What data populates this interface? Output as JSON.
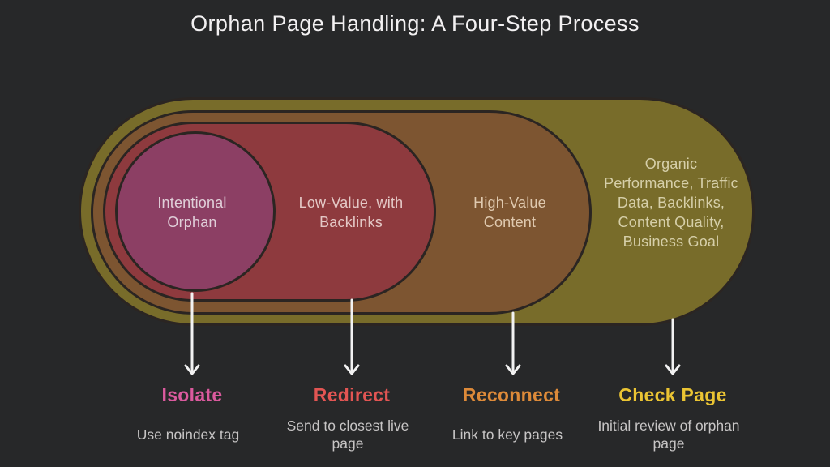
{
  "title": "Orphan Page Handling: A Four-Step Process",
  "colors": {
    "background": "#272829",
    "outline": "#2b2522",
    "arrow": "#f2f2f2",
    "title_text": "#f3f1f2",
    "description_text": "#c7c5c5"
  },
  "diagram": {
    "rings": [
      {
        "label": "Intentional Orphan",
        "fill": "#8c3f64",
        "text_color": "#e0cfd9"
      },
      {
        "label": "Low-Value, with Backlinks",
        "fill": "#8e3a3e",
        "text_color": "#e4c8c6"
      },
      {
        "label": "High-Value Content",
        "fill": "#7d5531",
        "text_color": "#dfc9af"
      },
      {
        "label": "Organic Performance, Traffic Data, Backlinks, Content Quality, Business Goal",
        "fill": "#786c2a",
        "text_color": "#d6cfa9"
      }
    ],
    "steps": [
      {
        "name": "Isolate",
        "color": "#db5a9e",
        "description": "Use noindex tag"
      },
      {
        "name": "Redirect",
        "color": "#e25553",
        "description": "Send to closest live page"
      },
      {
        "name": "Reconnect",
        "color": "#dd8a39",
        "description": "Link to key pages"
      },
      {
        "name": "Check Page",
        "color": "#eac433",
        "description": "Initial review of orphan page"
      }
    ]
  }
}
